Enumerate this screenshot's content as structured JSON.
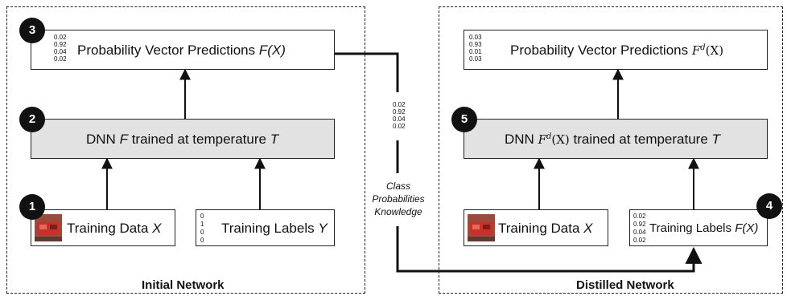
{
  "initial": {
    "title": "Initial Network",
    "output": {
      "badge": "3",
      "probs": [
        "0.02",
        "0.92",
        "0.04",
        "0.02"
      ],
      "label": "Probability Vector Predictions",
      "math": "F(X)"
    },
    "dnn": {
      "badge": "2",
      "prefix": "DNN",
      "math": "F",
      "suffix": "trained at temperature",
      "temp": "T"
    },
    "data": {
      "badge": "1",
      "label": "Training Data",
      "math": "X"
    },
    "labels": {
      "probs": [
        "0",
        "1",
        "0",
        "0"
      ],
      "label": "Training Labels",
      "math": "Y"
    }
  },
  "distilled": {
    "title": "Distilled Network",
    "output": {
      "probs": [
        "0.03",
        "0.93",
        "0.01",
        "0.03"
      ],
      "label": "Probability Vector Predictions",
      "math_base": "F",
      "math_sup": "d",
      "math_arg": "(X)"
    },
    "dnn": {
      "badge": "5",
      "prefix": "DNN",
      "math_base": "F",
      "math_sup": "d",
      "math_arg": "(X)",
      "suffix": "trained at temperature",
      "temp": "T"
    },
    "data": {
      "label": "Training Data",
      "math": "X"
    },
    "labels": {
      "badge": "4",
      "probs": [
        "0.02",
        "0.92",
        "0.04",
        "0.02"
      ],
      "label": "Training Labels",
      "math": "F(X)"
    }
  },
  "transfer": {
    "probs": [
      "0.02",
      "0.92",
      "0.04",
      "0.02"
    ],
    "label_lines": [
      "Class",
      "Probabilities",
      "Knowledge"
    ]
  }
}
